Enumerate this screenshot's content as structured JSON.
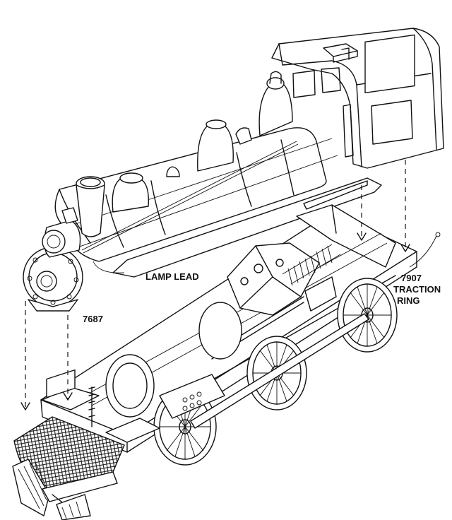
{
  "labels": {
    "lamp_lead": "LAMP LEAD",
    "part_7687": "7687",
    "traction_ring_number": "7907",
    "traction_ring_line1": "TRACTION",
    "traction_ring_line2": "RING"
  }
}
